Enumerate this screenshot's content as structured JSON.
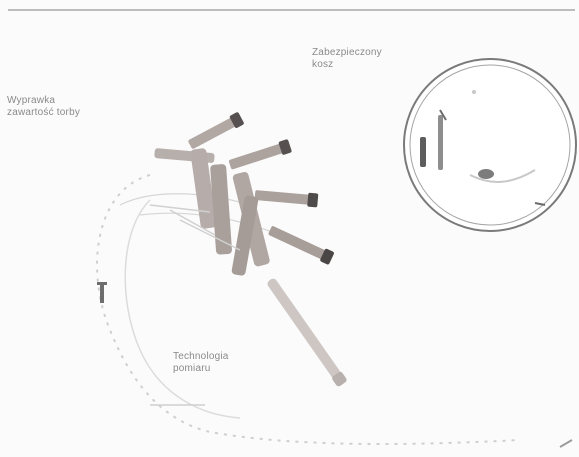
{
  "labels": {
    "upper_left": [
      "Wyprawka",
      "zawartość torby"
    ],
    "upper_right": [
      "Zabezpieczony",
      "kosz"
    ],
    "bottom_center": [
      "Technologia",
      "pomiaru"
    ]
  },
  "colors": {
    "background": "#fbfbfb",
    "line": "#c9c9c9",
    "tube": "#a39a96",
    "syringe_dark": "#565050",
    "circle": "#7a7a7a"
  }
}
